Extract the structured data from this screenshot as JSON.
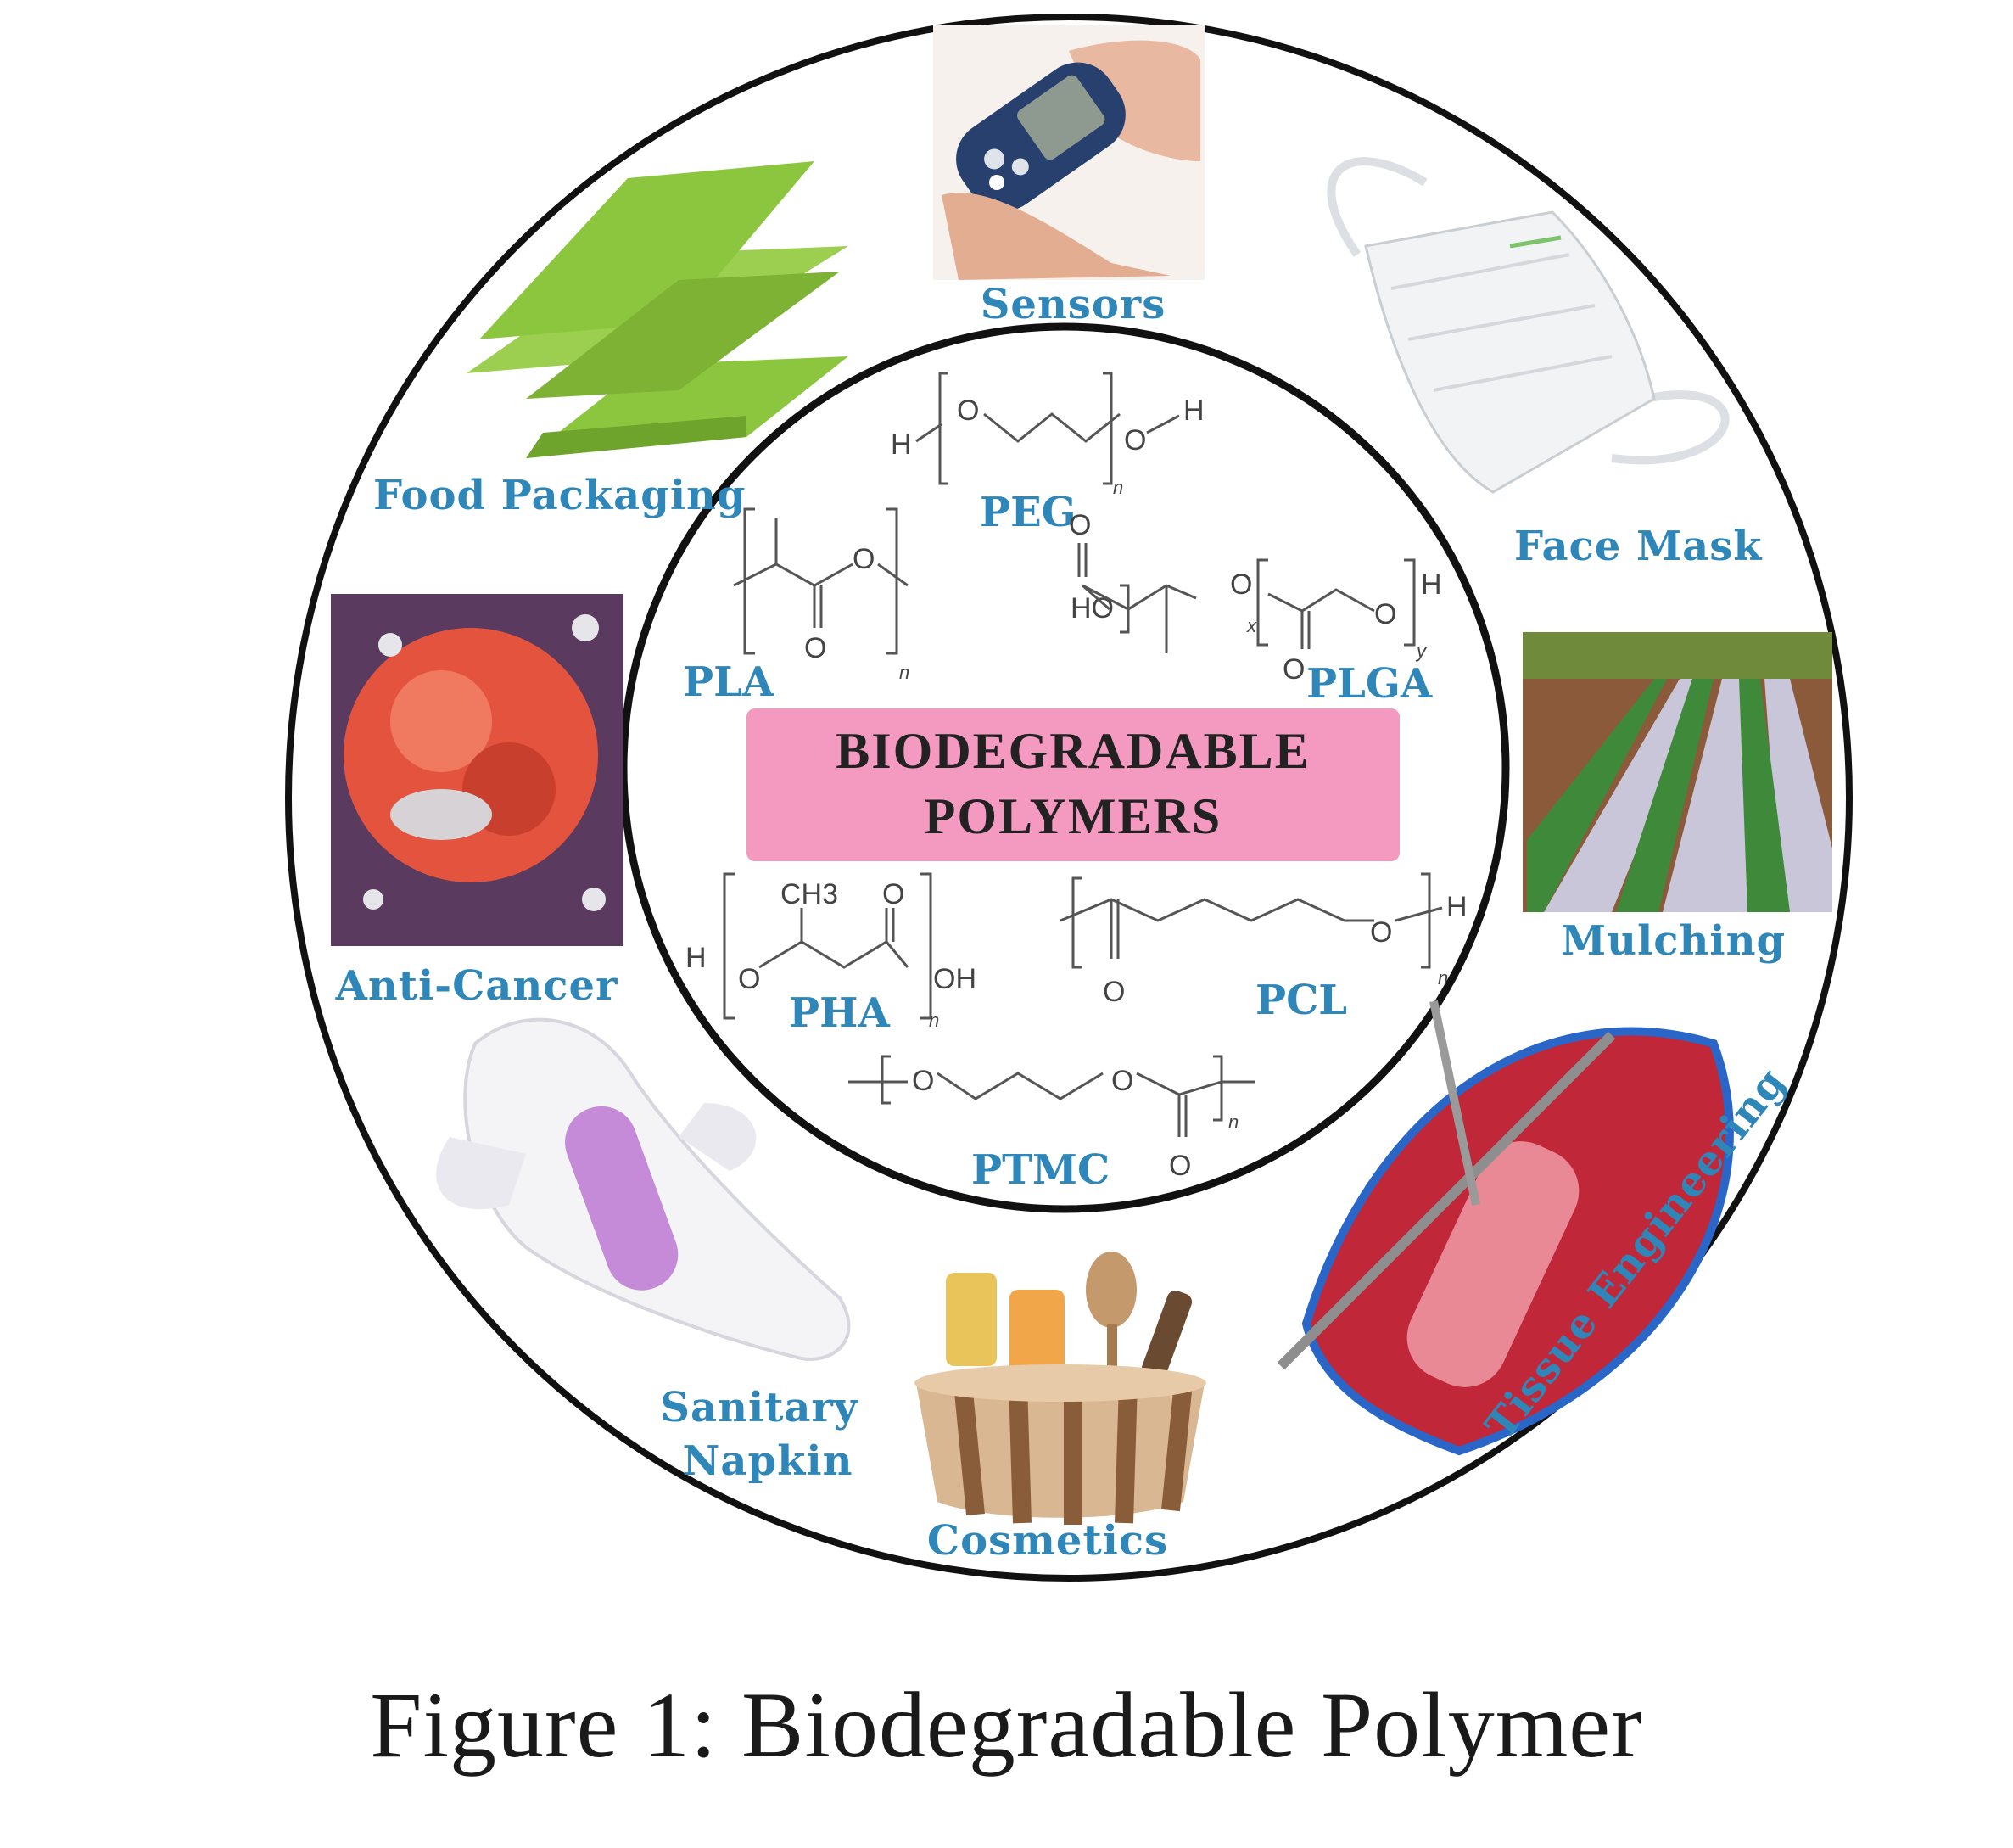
{
  "center_title": [
    "BIODEGRADABLE",
    "POLYMERS"
  ],
  "polymers": {
    "peg": "PEG",
    "pla": "PLA",
    "plga": "PLGA",
    "pha": "PHA",
    "pcl": "PCL",
    "ptmc": "PTMC"
  },
  "applications": {
    "sensors": "Sensors",
    "face_mask": "Face Mask",
    "mulching": "Mulching",
    "tissue_engineering": "Tissue Engineering",
    "cosmetics": "Cosmetics",
    "sanitary_napkin": [
      "Sanitary",
      "Napkin"
    ],
    "anti_cancer": "Anti-Cancer",
    "food_packaging": "Food Packaging"
  },
  "chem_atoms": {
    "h": "H",
    "o": "O",
    "n": "n",
    "ho": "HO",
    "oh": "OH",
    "x": "x",
    "y": "y",
    "ch3": "CH3"
  },
  "colors": {
    "center_box": "#f49ac1",
    "label_blue": "#2f86b8",
    "ring_stroke": "#111111",
    "food_green": "#8cc63f",
    "mask_white": "#f1f3f5",
    "cancer_red": "#e3533d",
    "napkin_purple": "#c58ad8",
    "tissue_red": "#c0283a"
  },
  "caption": "Figure 1: Biodegradable  Polymer"
}
